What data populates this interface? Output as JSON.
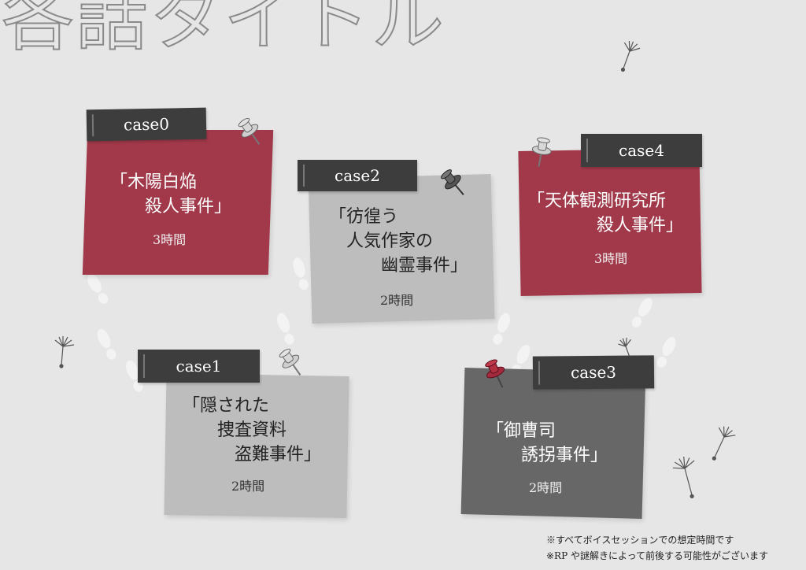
{
  "title": "各話タイトル",
  "colors": {
    "background": "#e6e6e6",
    "red_note": "#a2394a",
    "gray_note": "#bdbdbd",
    "dark_note": "#676767",
    "label": "#3d3d3d"
  },
  "cases": [
    {
      "label": "case0",
      "title": "「木陽白焔\n　　殺人事件」",
      "duration": "3時間"
    },
    {
      "label": "case1",
      "title": "「隠された\n　　捜査資料\n　　　盗難事件」",
      "duration": "2時間"
    },
    {
      "label": "case2",
      "title": "「彷徨う\n　人気作家の\n　　　幽霊事件」",
      "duration": "2時間"
    },
    {
      "label": "case3",
      "title": "「御曹司\n　　誘拐事件」",
      "duration": "2時間"
    },
    {
      "label": "case4",
      "title": "「天体観測研究所\n　　　　殺人事件」",
      "duration": "3時間"
    }
  ],
  "notes": [
    "※すべてボイスセッションでの想定時間です",
    "※RP や謎解きによって前後する可能性がございます"
  ],
  "icons": [
    "pushpin-icon",
    "dandelion-seed-icon",
    "footprint-icon"
  ]
}
